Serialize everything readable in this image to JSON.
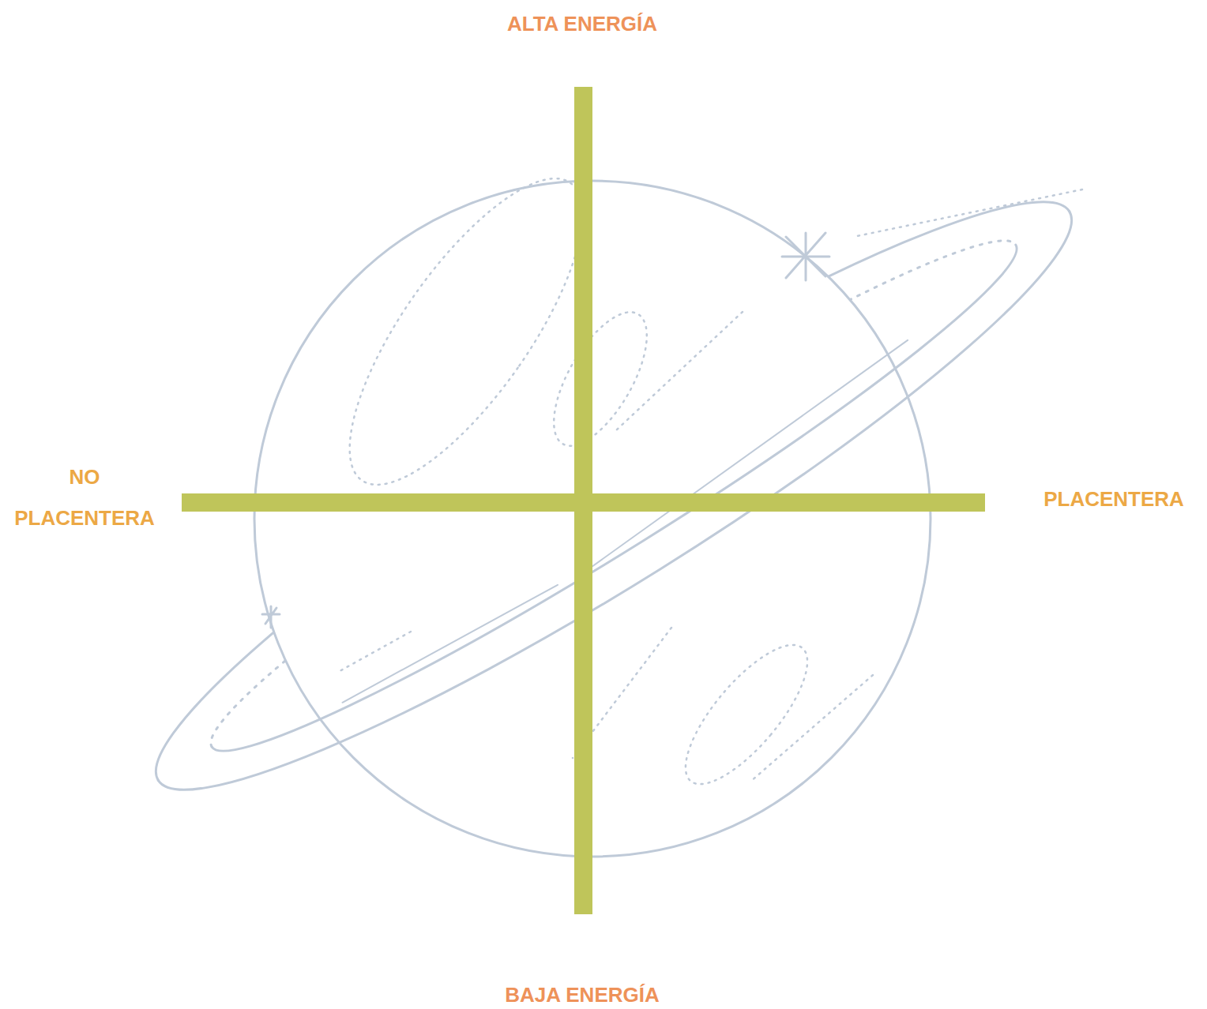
{
  "diagram": {
    "labels": [
      "ALTA ENERGÍA",
      "NO PLACENTERA",
      "PLACENTERA",
      "BAJA ENERGÍA"
    ]
  }
}
